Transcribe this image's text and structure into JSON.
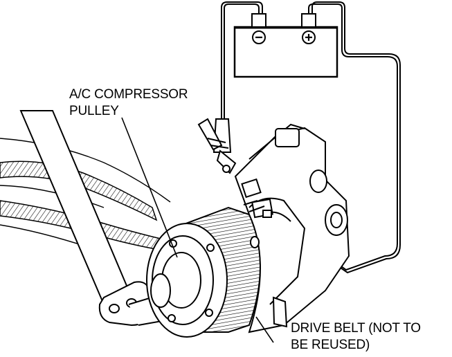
{
  "labels": {
    "pulley_line1": "A/C COMPRESSOR",
    "pulley_line2": "PULLEY",
    "belt_line1": "DRIVE BELT (NOT TO",
    "belt_line2": "BE REUSED)"
  },
  "battery": {
    "negative": "−",
    "positive": "+"
  }
}
